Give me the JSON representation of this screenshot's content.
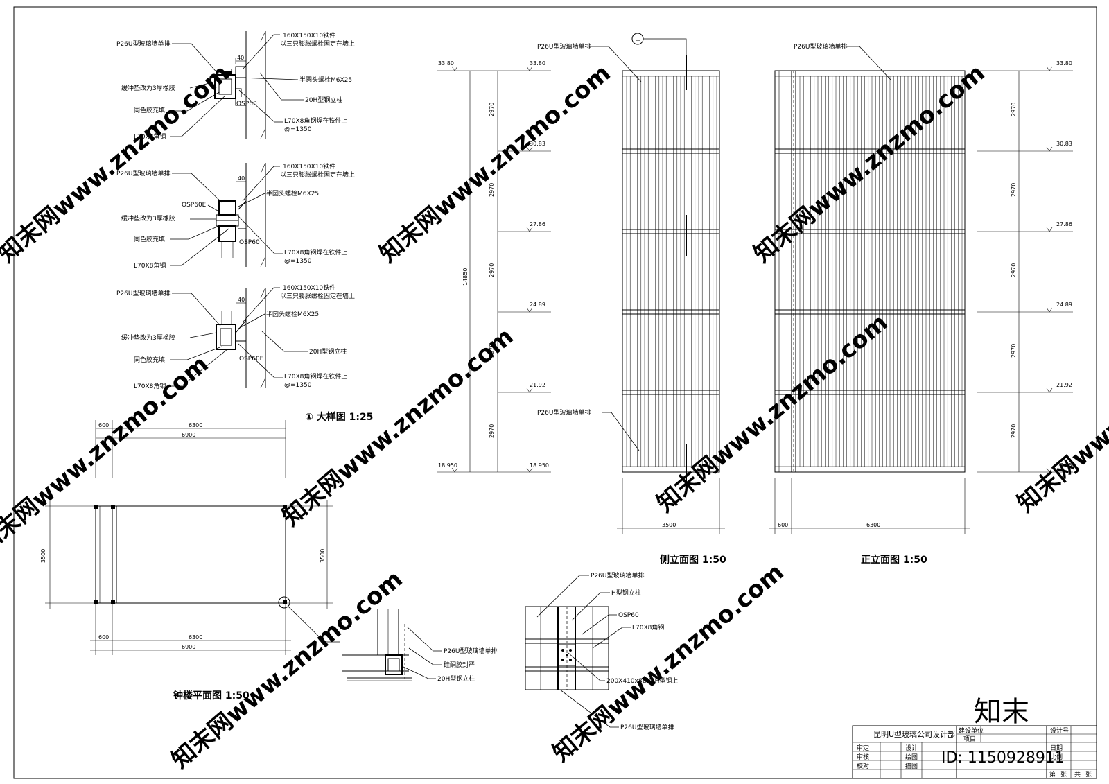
{
  "watermark": {
    "text": "知末网www.znzmo.com"
  },
  "brand": {
    "logo": "知末",
    "id_label": "ID: 1150928911"
  },
  "detail": {
    "title": "① 大样图 1:25",
    "blocks": [
      {
        "labels": [
          "P26U型玻璃墙单排",
          "缓冲垫改为3厚橡胶",
          "同色胶充填",
          "L70X8角钢"
        ],
        "right": [
          "160X150X10铁件",
          "以三只膨胀螺栓固定在墙上",
          "半圆头螺栓M6X25",
          "20H型钢立柱",
          "OSP60",
          "L70X8角钢焊在铁件上",
          "@=1350"
        ],
        "dim": "40"
      },
      {
        "labels": [
          "P26U型玻璃墙单排",
          "OSP60E",
          "缓冲垫改为3厚橡胶",
          "同色胶充填",
          "L70X8角钢"
        ],
        "right": [
          "160X150X10铁件",
          "以三只膨胀螺栓固定在墙上",
          "半圆头螺栓M6X25",
          "OSP60",
          "L70X8角钢焊在铁件上",
          "@=1350"
        ],
        "dim": "40"
      },
      {
        "labels": [
          "P26U型玻璃墙单排",
          "缓冲垫改为3厚橡胶",
          "同色胶充填",
          "L70X8角钢"
        ],
        "right": [
          "160X150X10铁件",
          "以三只膨胀螺栓固定在墙上",
          "半圆头螺栓M6X25",
          "20H型钢立柱",
          "OSP60E",
          "L70X8角钢焊在铁件上",
          "@=1350"
        ],
        "dim": "40"
      }
    ]
  },
  "plan": {
    "title": "钟楼平面图 1:50",
    "dims_top": [
      "600",
      "6300",
      "6900"
    ],
    "dims_bottom": [
      "600",
      "6300",
      "6900"
    ],
    "dim_left": "3500",
    "dim_right": "3500",
    "corner_labels": [
      "P26U型玻璃墙单排",
      "硅酮胶封严",
      "20H型钢立柱"
    ]
  },
  "joint": {
    "labels": [
      "P26U型玻璃墙单排",
      "H型钢立柱",
      "OSP60",
      "L70X8角钢",
      "200X410x8铆在H型钢上",
      "P26U型玻璃墙单排"
    ]
  },
  "side_elevation": {
    "title": "侧立面图 1:50",
    "levels": [
      "33.80",
      "30.83",
      "27.86",
      "24.89",
      "21.92",
      "18.950"
    ],
    "segment_dims": [
      "2970",
      "2970",
      "2970",
      "2970",
      "2970"
    ],
    "total_dim": "14850",
    "width_dim": "3500",
    "labels": [
      "P26U型玻璃墙单排",
      "P26U型玻璃墙单排"
    ],
    "axis_symbol": "⊥"
  },
  "front_elevation": {
    "title": "正立面图 1:50",
    "levels": [
      "33.80",
      "30.83",
      "27.86",
      "24.89",
      "21.92",
      "18.950"
    ],
    "segment_dims": [
      "2970",
      "2970",
      "2970",
      "2970",
      "2970"
    ],
    "width_dims": [
      "600",
      "6300"
    ],
    "label": "P26U型玻璃墙单排"
  },
  "title_block": {
    "company": "昆明U型玻璃公司设计部",
    "col_labels": [
      "建设单位",
      "项目"
    ],
    "right_labels": [
      "设计号",
      "日期",
      "比例"
    ],
    "bottom_right": [
      "第",
      "张",
      "共",
      "张"
    ],
    "rows": [
      {
        "left": "审定",
        "mid": "设计"
      },
      {
        "left": "审核",
        "mid": "绘图"
      },
      {
        "left": "校对",
        "mid": "描图"
      }
    ]
  }
}
